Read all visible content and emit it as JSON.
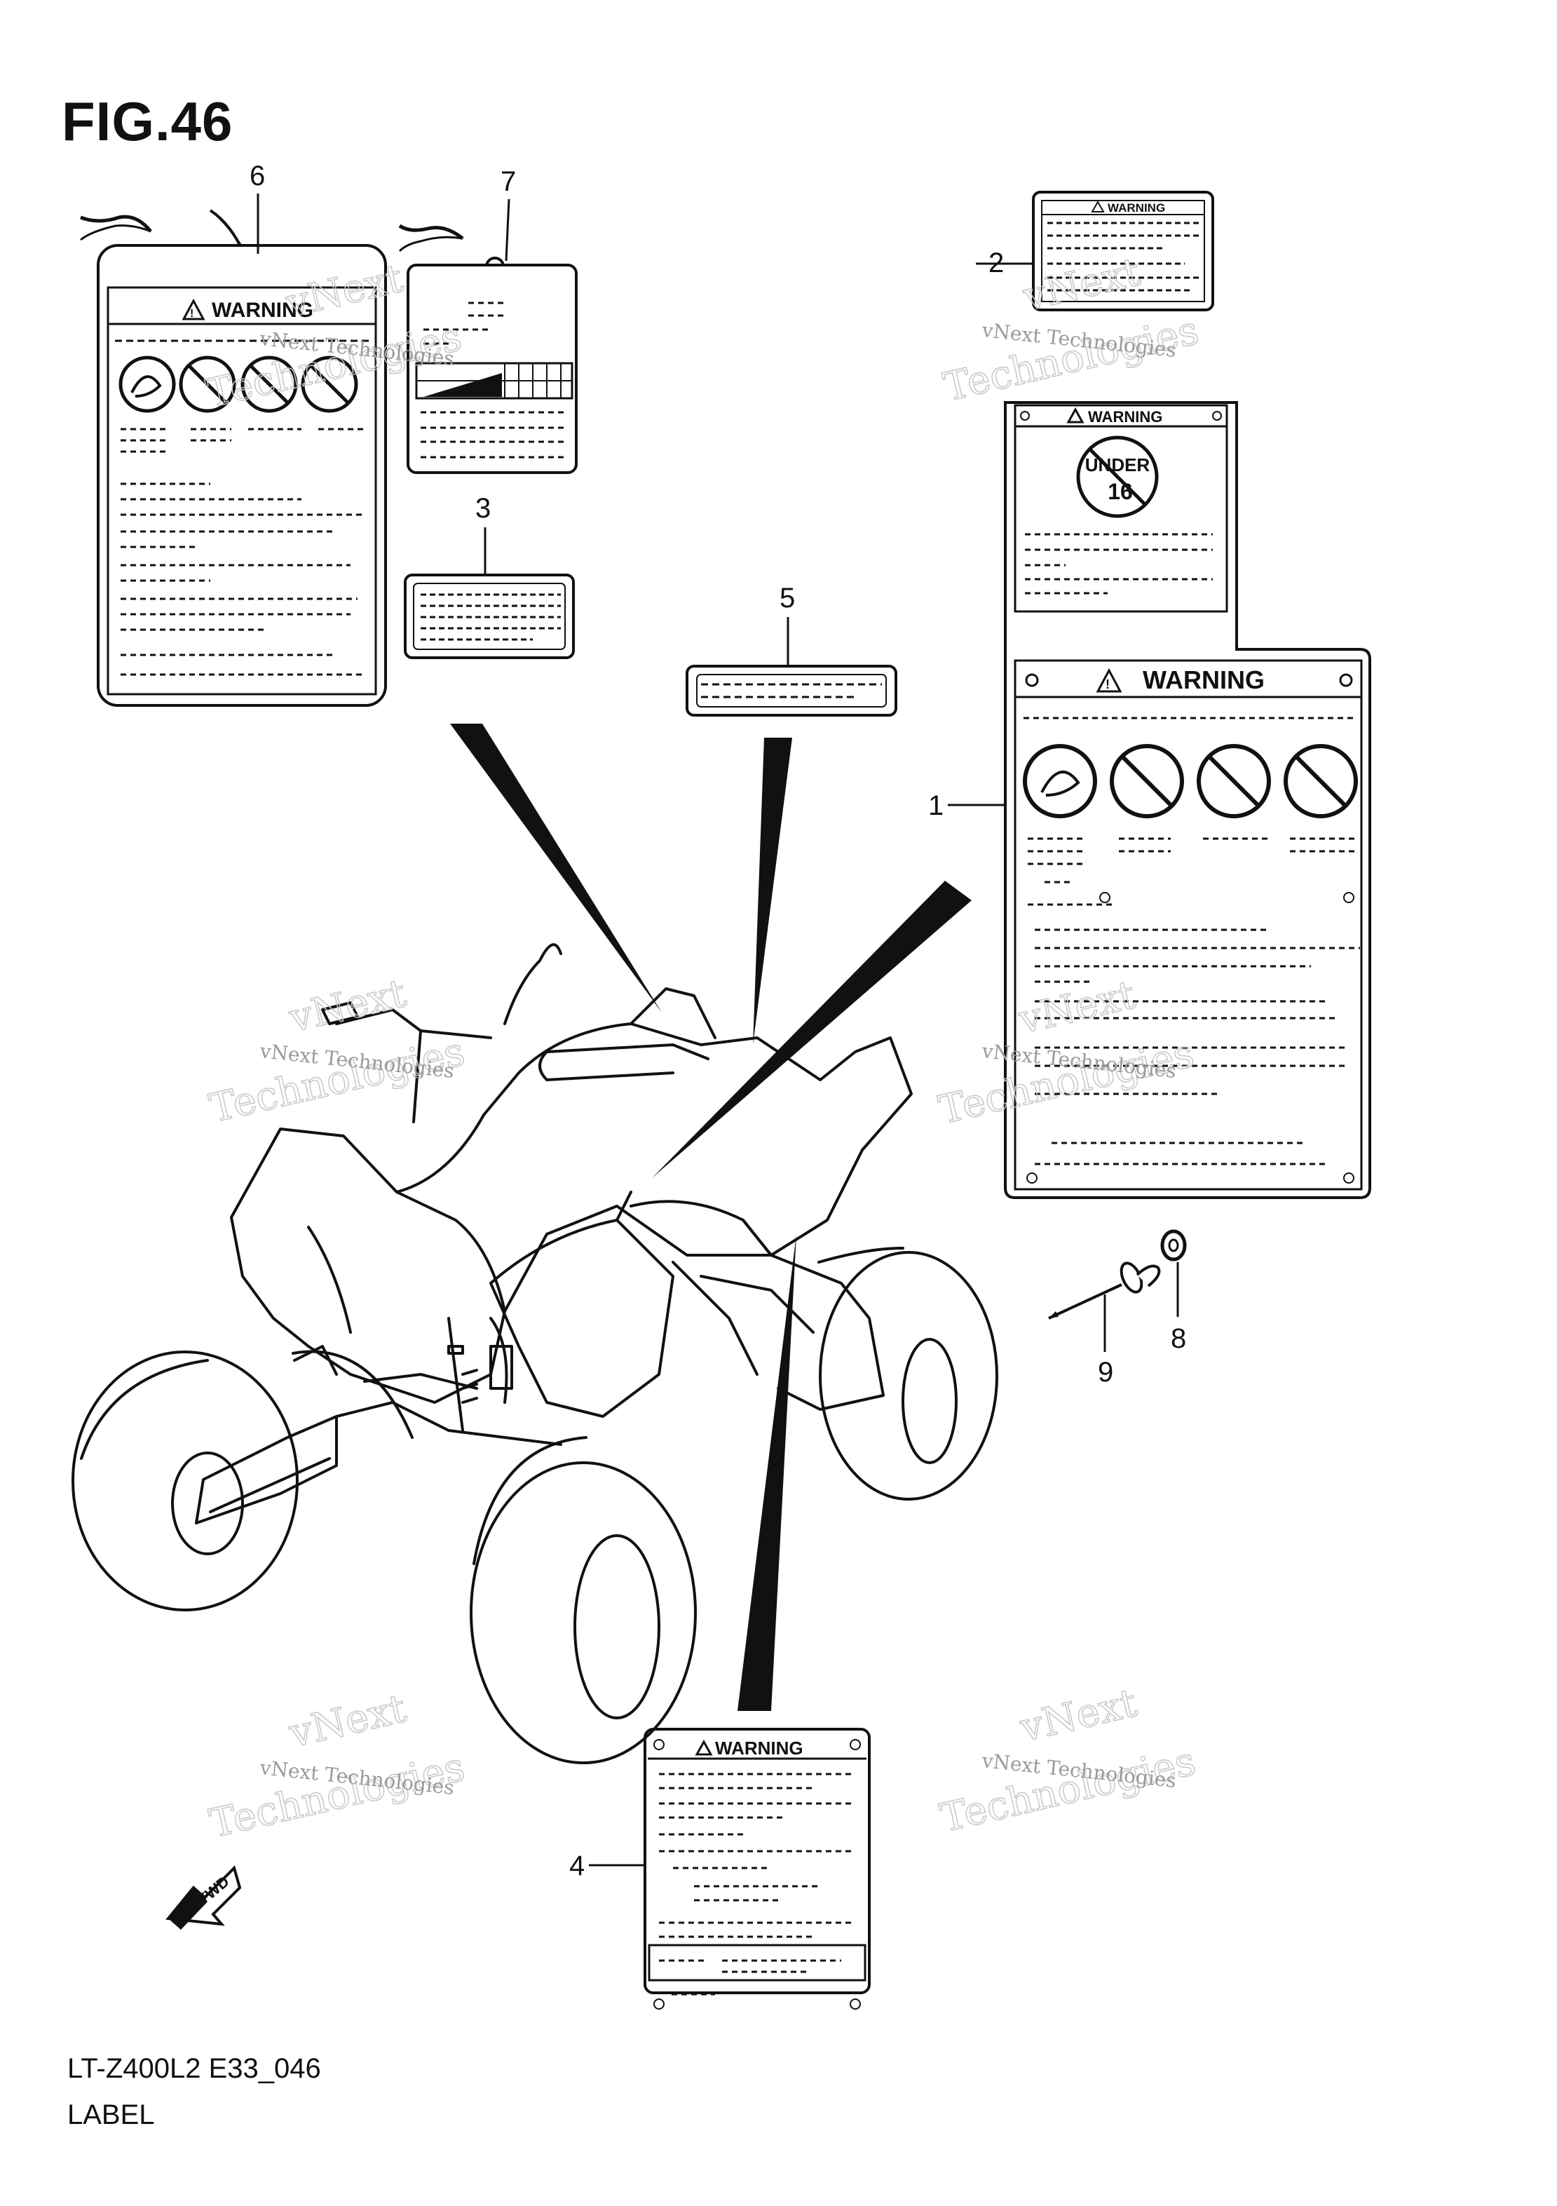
{
  "figure": {
    "title": "FIG.46",
    "model_code": "LT-Z400L2 E33_046",
    "caption": "LABEL"
  },
  "labels": {
    "warning_text": "WARNING",
    "under_age_line1": "UNDER",
    "under_age_line2": "16",
    "fwd_text": "FWD"
  },
  "callouts": [
    "1",
    "2",
    "3",
    "4",
    "5",
    "6",
    "7",
    "8",
    "9"
  ],
  "watermark": {
    "line1": "vNext",
    "line2": "Technologies",
    "small": "vNext Technologies"
  },
  "colors": {
    "ink": "#111111",
    "watermark": "#c8c8c8"
  }
}
